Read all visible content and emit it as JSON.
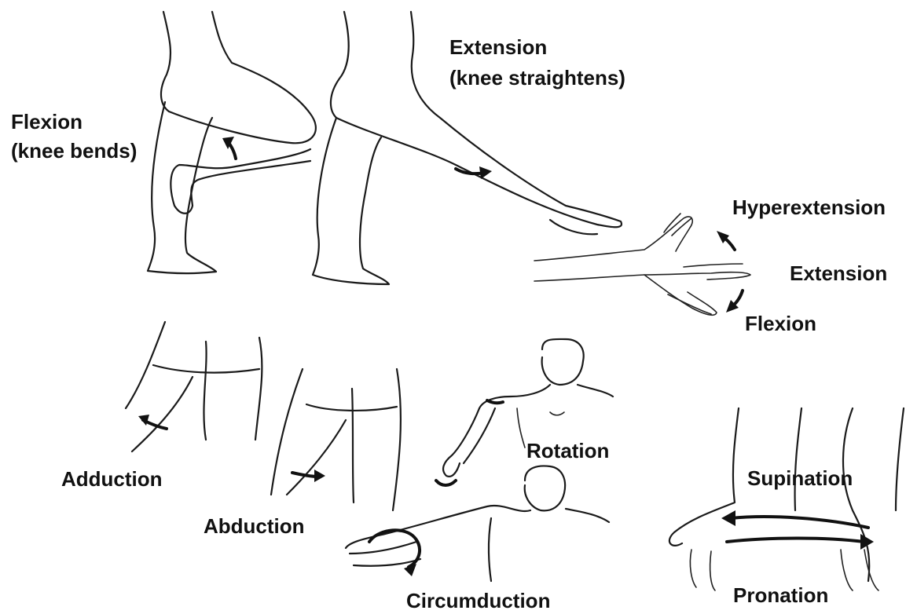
{
  "labels": {
    "flexion_knee": "Flexion",
    "flexion_knee_note": "(knee bends)",
    "extension_knee": "Extension",
    "extension_knee_note": "(knee straightens)",
    "hyperextension": "Hyperextension",
    "extension_wrist": "Extension",
    "flexion_wrist": "Flexion",
    "adduction": "Adduction",
    "abduction": "Abduction",
    "rotation": "Rotation",
    "circumduction": "Circumduction",
    "supination": "Supination",
    "pronation": "Pronation"
  },
  "colors": {
    "ink": "#111111",
    "background": "#ffffff"
  }
}
